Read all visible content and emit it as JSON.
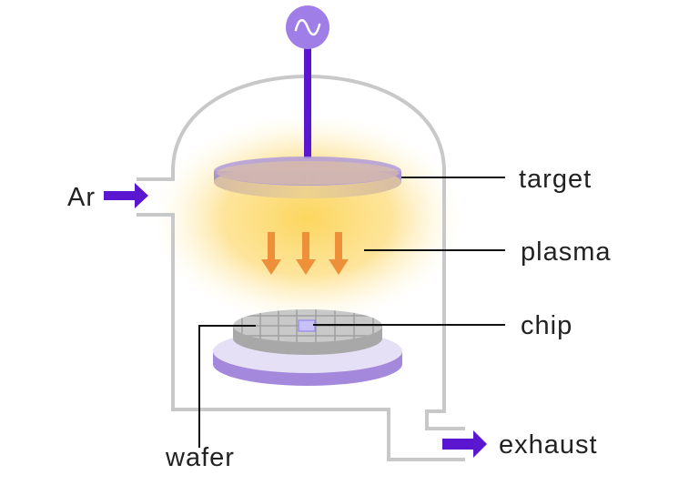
{
  "labels": {
    "target": "target",
    "plasma": "plasma",
    "chip": "chip",
    "wafer": "wafer",
    "gas_inlet": "Ar",
    "exhaust": "exhaust"
  },
  "icons": {
    "power_source": "ac-source-icon"
  },
  "colors": {
    "chamber": "#c8c8c8",
    "electrode": "#5b17d0",
    "source": "#a07ee8",
    "target": "#a88fd8",
    "plasma": "#fcd96a",
    "ion_arrows": "#ee8f3a",
    "wafer": "#b5b5b5",
    "chip": "#9a8af0"
  }
}
